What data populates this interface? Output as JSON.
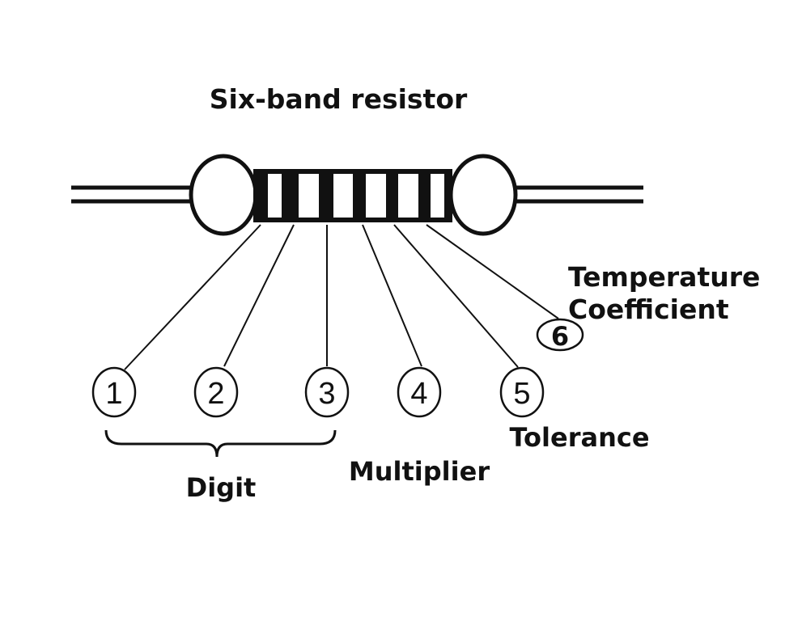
{
  "title": "Six-band resistor",
  "colors": {
    "ink": "#111111",
    "background": "#ffffff"
  },
  "bands": [
    {
      "number": "1",
      "role": "Digit"
    },
    {
      "number": "2",
      "role": "Digit"
    },
    {
      "number": "3",
      "role": "Digit"
    },
    {
      "number": "4",
      "role": "Multiplier"
    },
    {
      "number": "5",
      "role": "Tolerance"
    },
    {
      "number": "6",
      "role": "Temperature Coefficient"
    }
  ],
  "labels": {
    "digit": "Digit",
    "multiplier": "Multiplier",
    "tolerance": "Tolerance",
    "temperature_line1": "Temperature",
    "temperature_line2": "Coefficient"
  }
}
